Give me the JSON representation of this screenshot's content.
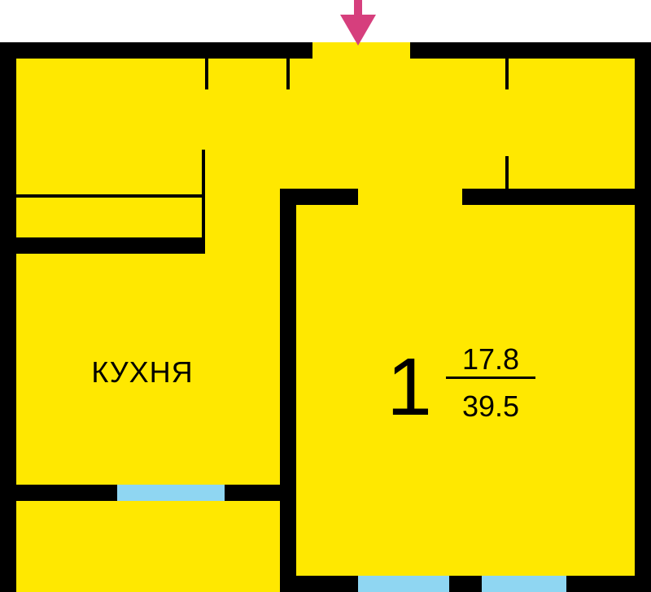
{
  "plan": {
    "kitchen_label": "КУХНЯ",
    "room_number": "1",
    "living_area": "17.8",
    "total_area": "39.5"
  },
  "colors": {
    "floor": "#ffe800",
    "wall": "#000000",
    "window": "#8fd6f2",
    "entrance_arrow": "#d63f7d",
    "background": "#ffffff"
  },
  "icons": {
    "entrance": "arrow-down-icon"
  }
}
